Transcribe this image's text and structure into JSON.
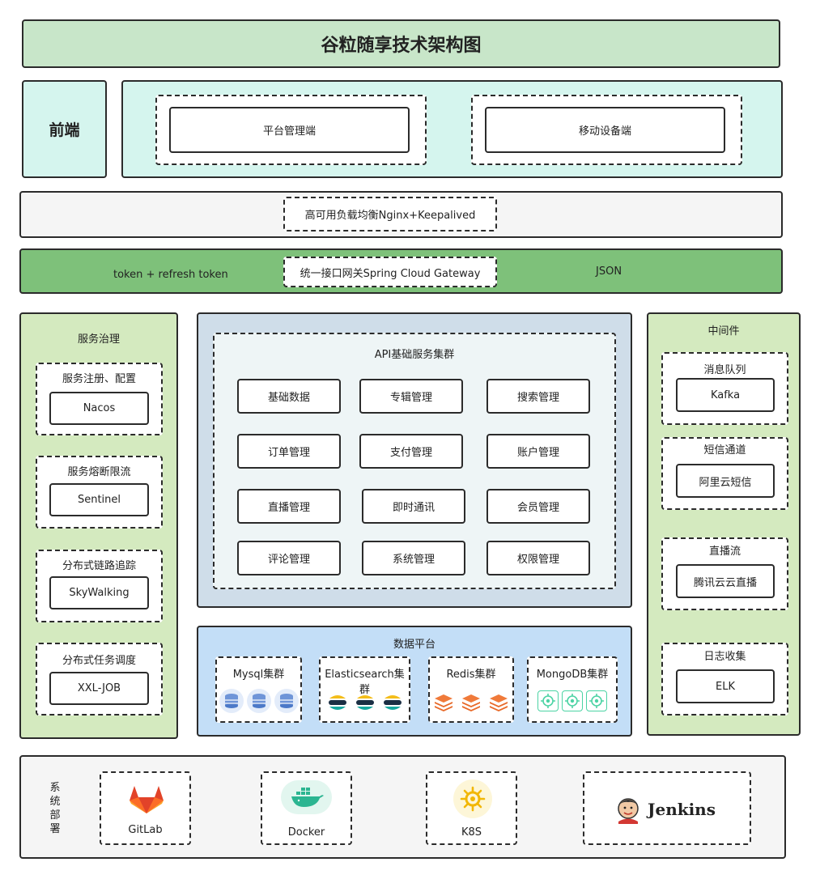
{
  "title": "谷粒随享技术架构图",
  "frontend": {
    "label": "前端",
    "items": [
      "平台管理端",
      "移动设备端"
    ]
  },
  "nginx": {
    "label": "高可用负载均衡Nginx+Keepalived"
  },
  "gateway": {
    "left": "token + refresh token",
    "label": "统一接口网关Spring Cloud Gateway",
    "right": "JSON"
  },
  "governance": {
    "title": "服务治理",
    "groups": [
      {
        "title": "服务注册、配置",
        "item": "Nacos"
      },
      {
        "title": "服务熔断限流",
        "item": "Sentinel"
      },
      {
        "title": "分布式链路追踪",
        "item": "SkyWalking"
      },
      {
        "title": "分布式任务调度",
        "item": "XXL-JOB"
      }
    ]
  },
  "api": {
    "title": "API基础服务集群",
    "services": [
      [
        "基础数据",
        "专辑管理",
        "搜索管理"
      ],
      [
        "订单管理",
        "支付管理",
        "账户管理"
      ],
      [
        "直播管理",
        "即时通讯",
        "会员管理"
      ],
      [
        "评论管理",
        "系统管理",
        "权限管理"
      ]
    ]
  },
  "data_platform": {
    "title": "数据平台",
    "clusters": [
      "Mysql集群",
      "Elasticsearch集群",
      "Redis集群",
      "MongoDB集群"
    ]
  },
  "middleware": {
    "title": "中间件",
    "groups": [
      {
        "title": "消息队列",
        "item": "Kafka"
      },
      {
        "title": "短信通道",
        "item": "阿里云短信"
      },
      {
        "title": "直播流",
        "item": "腾讯云云直播"
      },
      {
        "title": "日志收集",
        "item": "ELK"
      }
    ]
  },
  "deploy": {
    "label": "系统部署",
    "tools": [
      "GitLab",
      "Docker",
      "K8S",
      "Jenkins"
    ]
  },
  "colors": {
    "title_bg": "#c8e6c9",
    "frontend_bg": "#d5f5ee",
    "nginx_bg": "#f5f5f5",
    "gateway_bg": "#7ec17a",
    "side_bg": "#d4eabf",
    "api_bg": "#cfdde9",
    "api_inner_bg": "#eef5f6",
    "data_bg": "#c3def7",
    "deploy_bg": "#f5f5f5"
  }
}
